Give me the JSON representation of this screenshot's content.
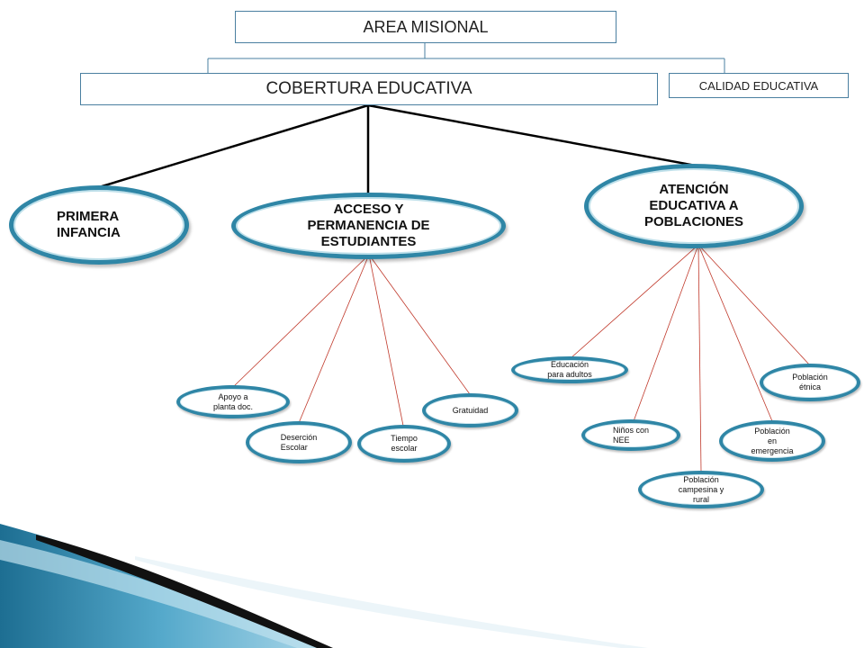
{
  "boxes": {
    "area_misional": "AREA MISIONAL",
    "cobertura": "COBERTURA EDUCATIVA",
    "calidad": "CALIDAD EDUCATIVA"
  },
  "branches": {
    "primera_infancia": "PRIMERA\nINFANCIA",
    "acceso": "ACCESO Y\nPERMANENCIA DE\nESTUDIANTES",
    "atencion": "ATENCIÓN\nEDUCATIVA A\nPOBLACIONES"
  },
  "acceso_items": {
    "apoyo": "Apoyo a\nplanta doc.",
    "desercion": "Deserción\nEscolar",
    "tiempo": "Tiempo\nescolar",
    "gratuidad": "Gratuidad"
  },
  "atencion_items": {
    "adultos": "Educación\npara adultos",
    "nee": "Niños con\nNEE",
    "campesina": "Población\ncampesina y\nrural",
    "emergencia": "Población\nen\nemergencia",
    "etnica": "Población\nétnica"
  },
  "colors": {
    "ellipse_border": "#2f86a6",
    "box_border": "#4a7fa0",
    "main_line": "#000000",
    "sub_line": "#c0392b"
  }
}
